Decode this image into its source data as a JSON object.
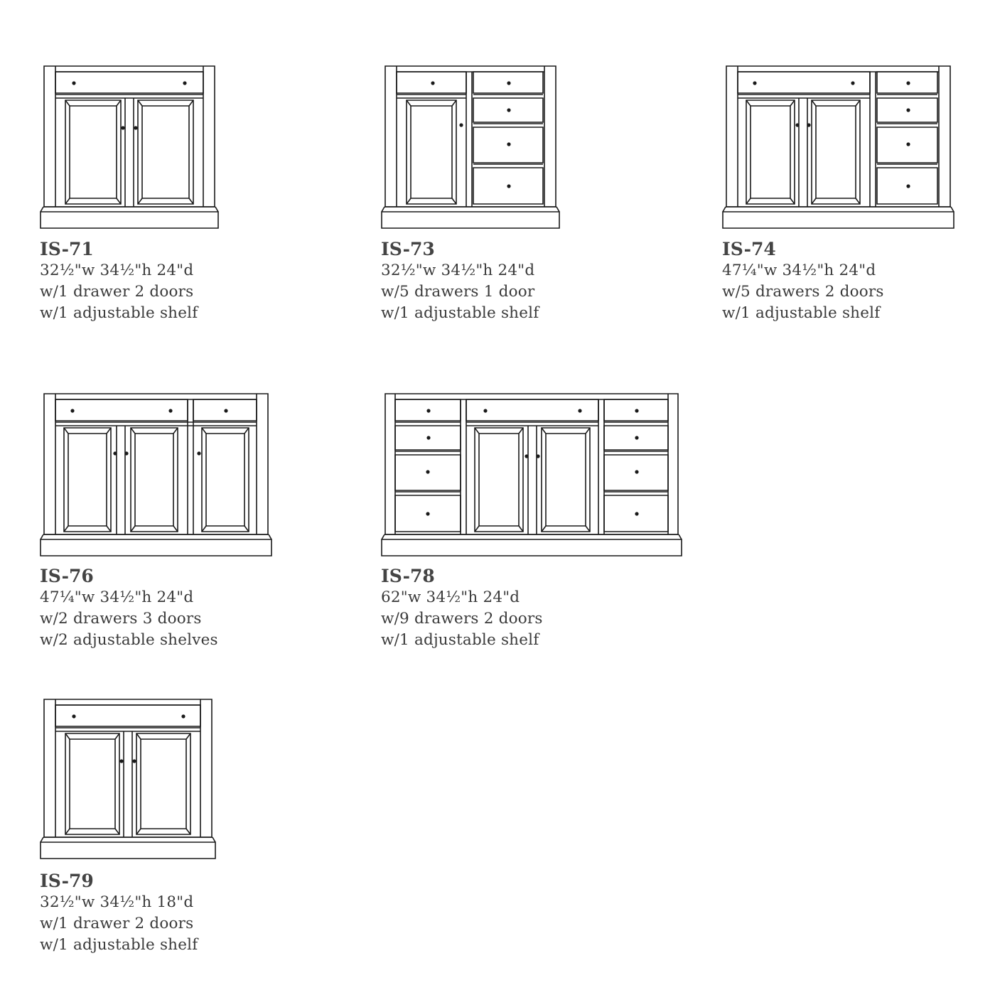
{
  "items": [
    {
      "code": "IS-71",
      "dimensions": "32½\"w 34½\"h 24\"d",
      "drawers_doors": "w/1 drawer 2 doors",
      "shelves": "w/1 adjustable shelf",
      "drawing": "single wide drawer over two doors"
    },
    {
      "code": "IS-73",
      "dimensions": "32½\"w 34½\"h 24\"d",
      "drawers_doors": "w/5 drawers 1 door",
      "shelves": "w/1 adjustable shelf",
      "drawing": "left drawer and door, right stack of four drawers"
    },
    {
      "code": "IS-74",
      "dimensions": "47¼\"w 34½\"h 24\"d",
      "drawers_doors": "w/5 drawers 2 doors",
      "shelves": "w/1 adjustable shelf",
      "drawing": "wide drawer over two doors, right stack of four drawers"
    },
    {
      "code": "IS-76",
      "dimensions": "47¼\"w 34½\"h 24\"d",
      "drawers_doors": "w/2 drawers 3 doors",
      "shelves": "w/2 adjustable shelves",
      "drawing": "two drawers over three doors"
    },
    {
      "code": "IS-78",
      "dimensions": "62\"w 34½\"h 24\"d",
      "drawers_doors": "w/9 drawers 2 doors",
      "shelves": "w/1 adjustable shelf",
      "drawing": "center drawer over two doors, flanked by drawer stacks"
    },
    {
      "code": "IS-79",
      "dimensions": "32½\"w 34½\"h 18\"d",
      "drawers_doors": "w/1 drawer 2 doors",
      "shelves": "w/1 adjustable shelf",
      "drawing": "single wide drawer over two doors"
    }
  ]
}
